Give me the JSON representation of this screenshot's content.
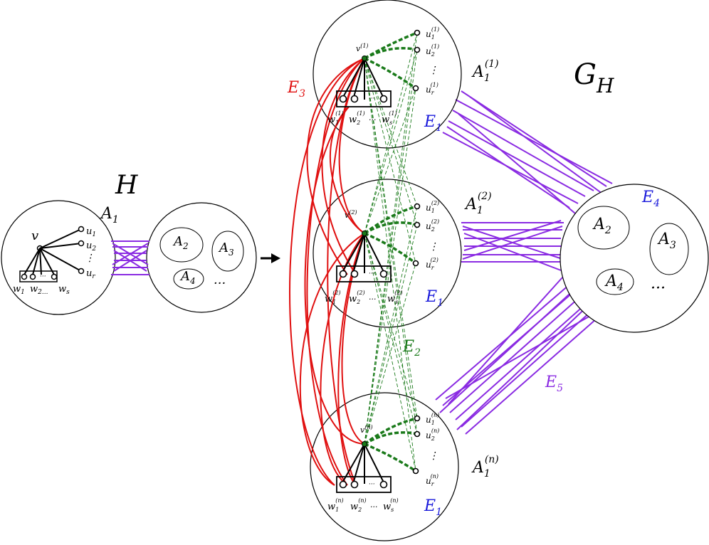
{
  "graph_H": {
    "title": "H",
    "set_A1": "A",
    "set_A1_sub": "1",
    "vertex_v": "v",
    "u": "u",
    "u_subs": [
      "1",
      "2",
      "r"
    ],
    "w_row": [
      "w",
      "w",
      "w"
    ],
    "w_subs": [
      "1",
      "2...",
      "s"
    ],
    "set_A2": "A",
    "set_A2_sub": "2",
    "set_A3": "A",
    "set_A3_sub": "3",
    "set_A4": "A",
    "set_A4_sub": "4",
    "ellipsis": "···",
    "vdots": "⋮",
    "box_dots": "···"
  },
  "graph_GH": {
    "title": "G",
    "title_sub": "H",
    "copies": [
      {
        "sup": "(1)",
        "label": "A",
        "sub": "1"
      },
      {
        "sup": "(2)",
        "label": "A",
        "sub": "1"
      },
      {
        "sup": "(n)",
        "label": "A",
        "sub": "1"
      }
    ],
    "v": "v",
    "u": "u",
    "w": "w",
    "u_subs": [
      "1",
      "2",
      "r"
    ],
    "w_subs": [
      "1",
      "2",
      "s"
    ],
    "set_A2": "A",
    "set_A2_sub": "2",
    "set_A3": "A",
    "set_A3_sub": "3",
    "set_A4": "A",
    "set_A4_sub": "4",
    "ellipsis": "···"
  },
  "edge_labels": {
    "E1": {
      "text": "E",
      "sub": "1"
    },
    "E2": {
      "text": "E",
      "sub": "2"
    },
    "E3": {
      "text": "E",
      "sub": "3"
    },
    "E4": {
      "text": "E",
      "sub": "4"
    },
    "E5": {
      "text": "E",
      "sub": "5"
    }
  },
  "colors": {
    "purple": "#8a2be2",
    "red": "#e01010",
    "green": "#1a7a1a",
    "blue": "#1a1adb"
  }
}
